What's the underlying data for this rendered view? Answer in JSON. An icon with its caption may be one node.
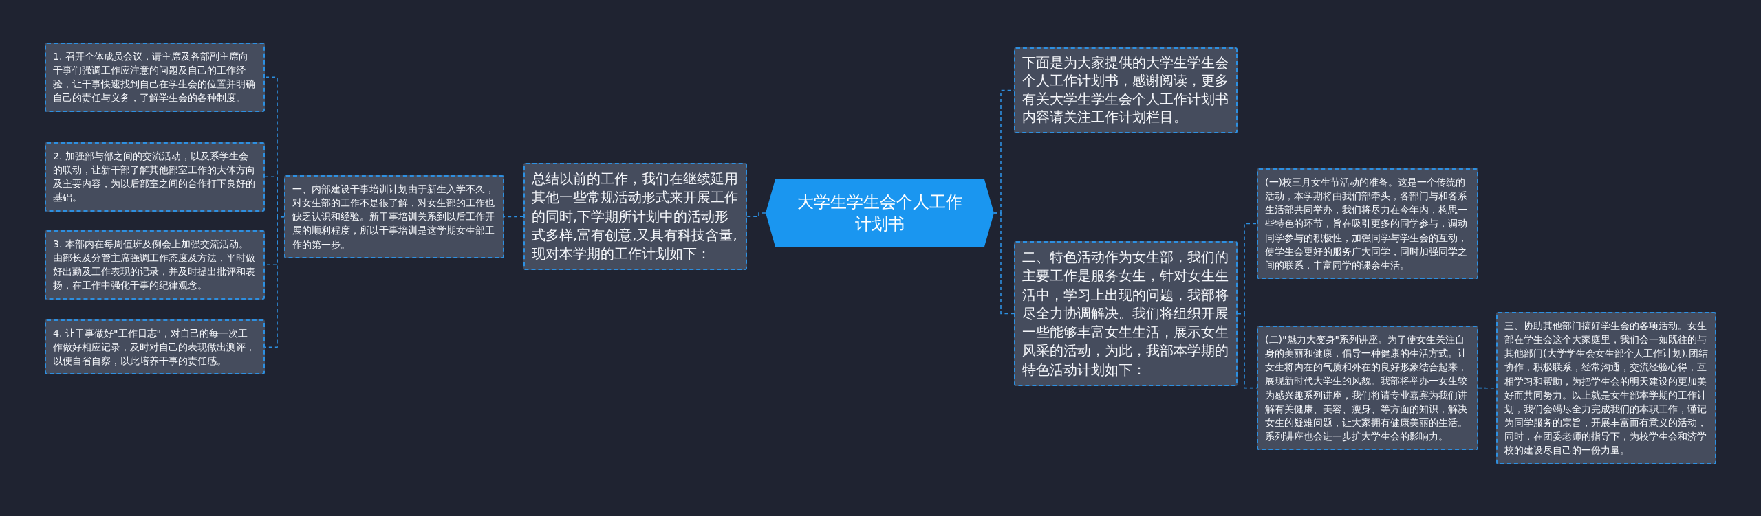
{
  "diagram": {
    "nodes": [
      {
        "text": [
          "大学生学生会个人工作计划书"
        ]
      },
      {
        "text": [
          "总结以前的工作，我们在继续延用其他一些常规活动形式来开展工作的同时,下学期所计划中的活动形式多样,富有创意,又具有科技含量,现对本学期的工作计划如下："
        ]
      },
      {
        "text": [
          "一、内部建设干事培训计划由于新生入学不久，对女生部的工作不是很了解，对女生部的工作也缺乏认识和经验。新干事培训关系到以后工作开展的顺利程度，所以干事培训是这学期女生部工作的第一步。"
        ]
      },
      {
        "text": [
          "1. 召开全体成员会议，请主席及各部副主席向干事们强调工作应注意的问题及自己的工作经验，让干事快速找到自己在学生会的位置并明确自己的责任与义务，了解学生会的各种制度。"
        ]
      },
      {
        "text": [
          "2. 加强部与部之间的交流活动，以及系学生会的联动，让新干部了解其他部室工作的大体方向及主要内容，为以后部室之间的合作打下良好的基础。"
        ]
      },
      {
        "text": [
          "3. 本部内在每周值班及例会上加强交流活动。由部长及分管主席强调工作态度及方法，平时做好出勤及工作表现的记录，并及时提出批评和表扬，在工作中强化干事的纪律观念。"
        ]
      },
      {
        "text": [
          "4. 让干事做好\"工作日志\"，对自己的每一次工作做好相应记录，及时对自己的表现做出测评，以便自省自察，以此培养干事的责任感。"
        ]
      },
      {
        "text": [
          "下面是为大家提供的大学生学生会个人工作计划书，感谢阅读，更多有关大学生学生会个人工作计划书内容请关注工作计划栏目。"
        ]
      },
      {
        "text": [
          "二、特色活动作为女生部，我们的主要工作是服务女生，针对女生生活中，学习上出现的问题，我部将尽全力协调解决。我们将组织开展一些能够丰富女生生活，展示女生风采的活动，为此，我部本学期的特色活动计划如下："
        ]
      },
      {
        "text": [
          "(一)校三月女生节活动的准备。这是一个传统的活动，本学期将由我们部牵头，各部门与和各系生活部共同举办，我们将尽力在今年内，构思一些特色的环节，旨在吸引更多的同学参与，调动同学参与的积极性，加强同学与学生会的互动，使学生会更好的服务广大同学，同时加强同学之间的联系，丰富同学的课余生活。"
        ]
      },
      {
        "text": [
          "(二)\"魅力大变身\"系列讲座。为了使女生关注自身的美丽和健康，倡导一种健康的生活方式。让女生将内在的气质和外在的良好形象结合起来，展现新时代大学生的风貌。我部将举办一女生较为感兴趣系列讲座，我们将请专业嘉宾为我们讲解有关健康、美容、瘦身、等方面的知识，解决女生的疑难问题，让大家拥有健康美丽的生活。系列讲座也会进一步扩大学生会的影响力。"
        ]
      },
      {
        "text": [
          "三、协助其他部门搞好学生会的各项活动。女生部在学生会这个大家庭里，我们会一如既往的与其他部门(大学学生会女生部个人工作计划).团结协作，积极联系，经常沟通，交流经验心得，互相学习和帮助，为把学生会的明天建设的更加美好而共同努力。以上就是女生部本学期的工作计划，我们会竭尽全力完成我们的本职工作，谨记为同学服务的宗旨，开展丰富而有意义的活动，同时，在团委老师的指导下，为校学生会和济学校的建设尽自己的一份力量。"
        ]
      }
    ],
    "edges": [
      {
        "from": 0,
        "to": 1,
        "arrow": "none",
        "style": "dashed"
      },
      {
        "from": 1,
        "to": 2,
        "arrow": "none",
        "style": "dashed"
      },
      {
        "from": 2,
        "to": 3,
        "arrow": "none",
        "style": "dashed"
      },
      {
        "from": 2,
        "to": 4,
        "arrow": "none",
        "style": "dashed"
      },
      {
        "from": 2,
        "to": 5,
        "arrow": "none",
        "style": "dashed"
      },
      {
        "from": 2,
        "to": 6,
        "arrow": "none",
        "style": "dashed"
      },
      {
        "from": 0,
        "to": 7,
        "arrow": "none",
        "style": "dashed"
      },
      {
        "from": 0,
        "to": 8,
        "arrow": "none",
        "style": "dashed"
      },
      {
        "from": 8,
        "to": 9,
        "arrow": "none",
        "style": "dashed"
      },
      {
        "from": 8,
        "to": 10,
        "arrow": "none",
        "style": "dashed"
      },
      {
        "from": 10,
        "to": 11,
        "arrow": "none",
        "style": "dashed"
      }
    ]
  }
}
